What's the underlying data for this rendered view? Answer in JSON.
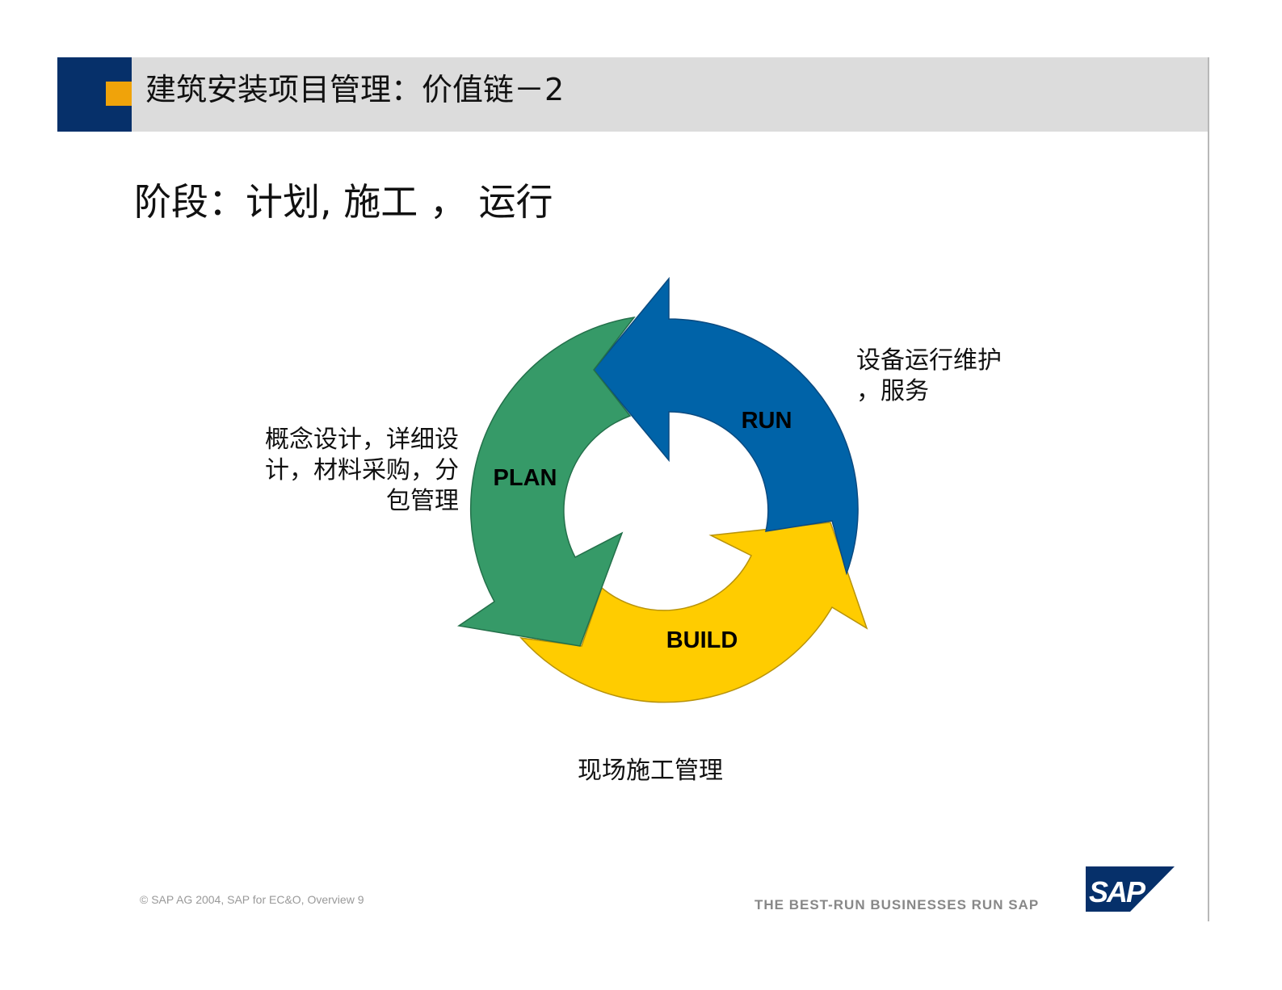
{
  "header": {
    "title": "建筑安装项目管理：价值链－2"
  },
  "subtitle": "阶段：计划, 施工 ， 运行",
  "cycle": {
    "run": {
      "label": "RUN",
      "color": "#0063a8",
      "description_lines": [
        "设备运行维护",
        "，服务"
      ]
    },
    "build": {
      "label": "BUILD",
      "color": "#ffcc00",
      "description": "现场施工管理"
    },
    "plan": {
      "label": "PLAN",
      "color": "#369a68",
      "description_lines": [
        "概念设计，详细设",
        "计，材料采购，分",
        "包管理"
      ]
    }
  },
  "footer": {
    "copyright": "©  SAP AG 2004, SAP for EC&O, Overview 9",
    "tagline": "THE BEST-RUN BUSINESSES RUN SAP",
    "logo": "SAP"
  }
}
